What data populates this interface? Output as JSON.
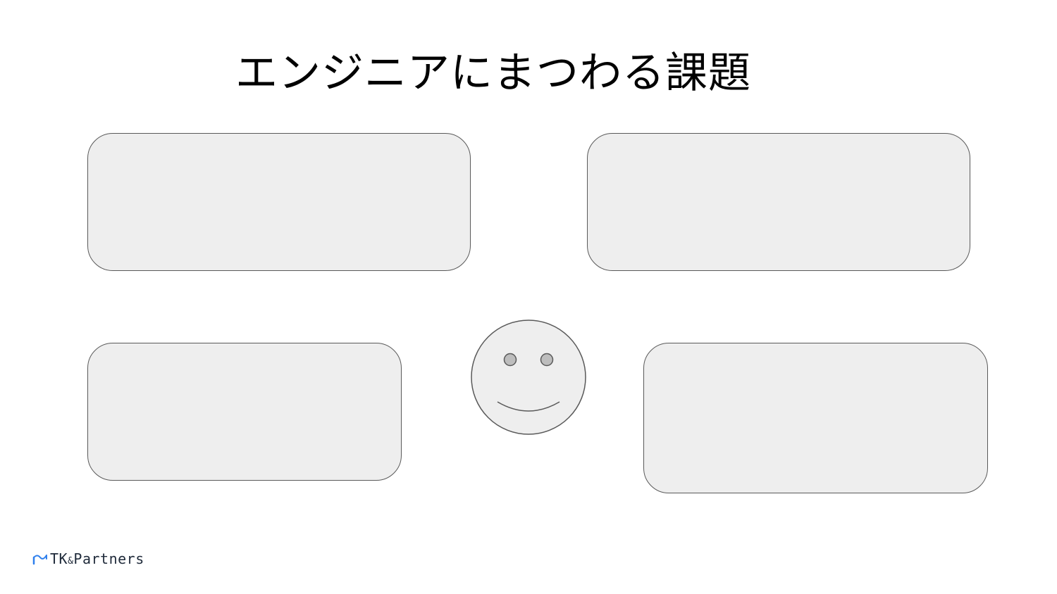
{
  "slide": {
    "title": "エンジニアにまつわる課題"
  },
  "logo": {
    "icon": "wave-logo-icon",
    "name_part1": "TK",
    "ampersand": "&",
    "name_part2": "Partners"
  },
  "colors": {
    "box_fill": "#eeeeee",
    "box_border": "#595959",
    "logo_blue": "#2f80ed",
    "text": "#000000"
  }
}
